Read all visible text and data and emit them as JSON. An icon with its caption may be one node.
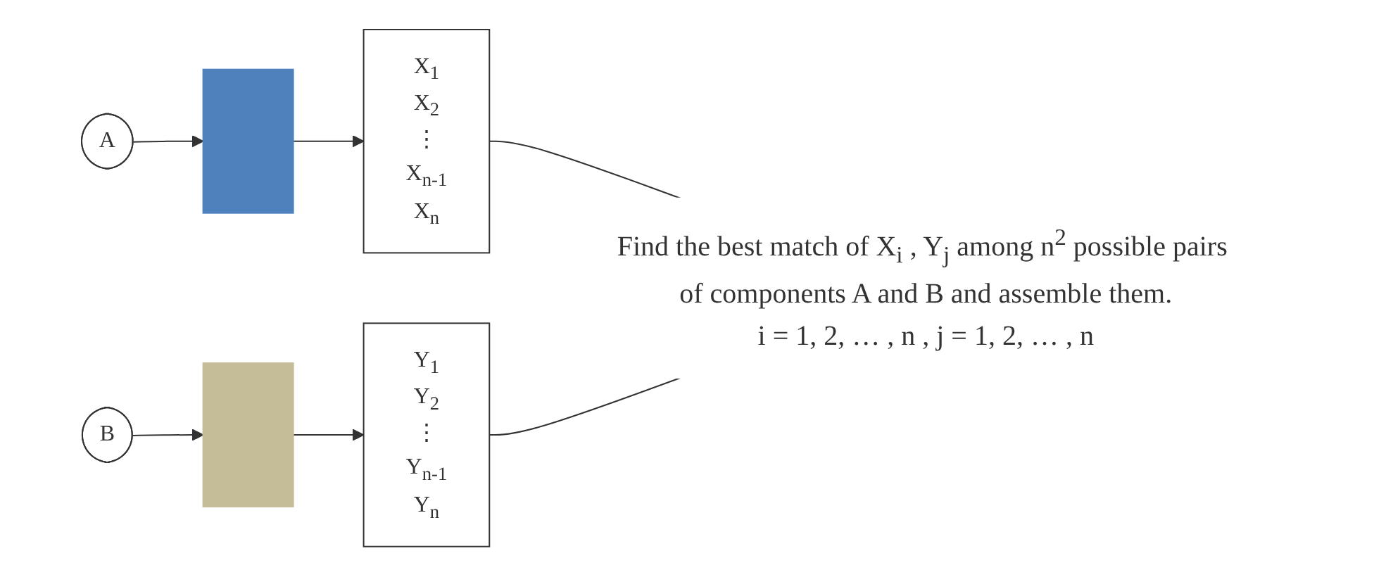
{
  "diagram": {
    "nodes": [
      {
        "text": [
          "A"
        ]
      },
      {
        "text": [],
        "shape": "box"
      },
      {
        "text": [
          "X$_{1}$",
          "X$_{2}$",
          "⋮",
          "X$_{n-1}$",
          "X$_{n}$"
        ]
      },
      {
        "text": [
          "B"
        ]
      },
      {
        "text": [],
        "shape": "box"
      },
      {
        "text": [
          "Y$_{1}$",
          "Y$_{2}$",
          "⋮",
          "Y$_{n-1}$",
          "Y$_{n}$"
        ]
      },
      {
        "text": [
          "Find the best match of X$_{i}$ , Y$_{j}$ among n$^{2}$ possible pairs of components A and B and assemble them.",
          "i = 1, 2, … , n , j = 1, 2, … , n"
        ]
      }
    ],
    "edges": [
      {
        "from": 0,
        "to": 1,
        "arrow": "to"
      },
      {
        "from": 1,
        "to": 2,
        "arrow": "to"
      },
      {
        "from": 3,
        "to": 4,
        "arrow": "to"
      },
      {
        "from": 4,
        "to": 5,
        "arrow": "to"
      },
      {
        "from": 2,
        "to": 6,
        "arrow": "none"
      },
      {
        "from": 5,
        "to": 6,
        "arrow": "none"
      }
    ]
  }
}
